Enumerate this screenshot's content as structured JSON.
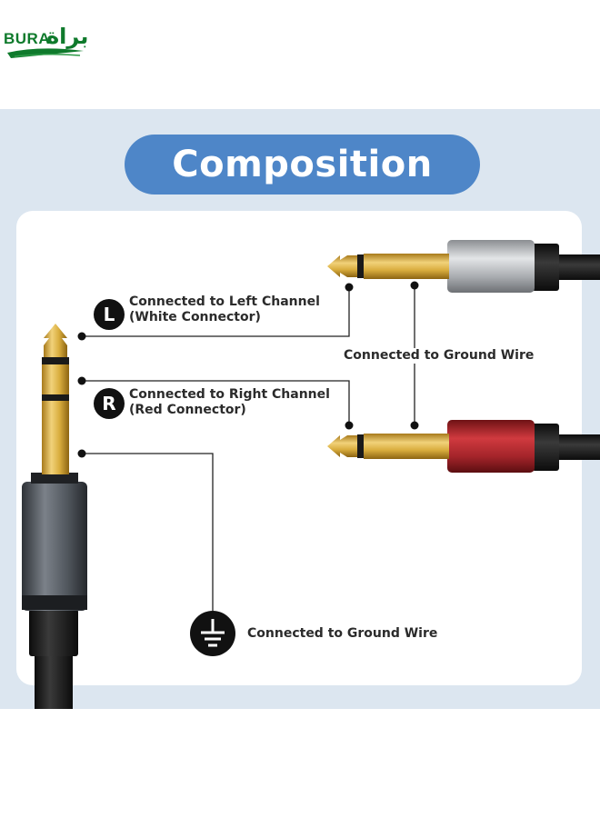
{
  "logo": {
    "latin": "BURA",
    "arabic": "براة"
  },
  "title": "Composition",
  "badges": {
    "left": "L",
    "right": "R"
  },
  "labels": {
    "left_line1": "Connected to Left Channel",
    "left_line2": "(White Connector)",
    "right_line1": "Connected to Right Channel",
    "right_line2": "(Red Connector)",
    "ground_right": "Connected to Ground Wire",
    "ground_bottom": "Connected to Ground Wire"
  },
  "icons": {
    "ground": "ground-icon"
  },
  "colors": {
    "title_pill": "#4e86c8",
    "panel_bg": "#dce6f0",
    "gold": "#d4a93a",
    "silver_body": "#b9bcc0",
    "red_body": "#b3262b",
    "logo_green": "#0f7a2c"
  }
}
